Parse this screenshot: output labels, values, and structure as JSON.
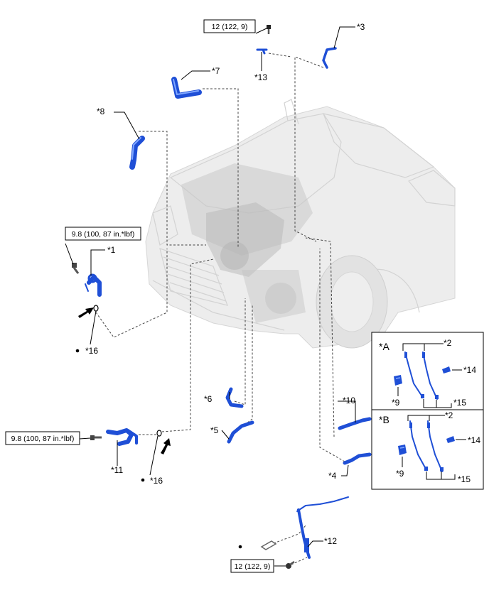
{
  "labels": {
    "p1": "*1",
    "p2a": "*2",
    "p2b": "*2",
    "p3": "*3",
    "p4": "*4",
    "p5": "*5",
    "p6": "*6",
    "p7": "*7",
    "p8": "*8",
    "p9a": "*9",
    "p9b": "*9",
    "p10": "*10",
    "p11": "*11",
    "p12": "*12",
    "p13": "*13",
    "p14a": "*14",
    "p14b": "*14",
    "p15a": "*15",
    "p15b": "*15",
    "p16a": "*16",
    "p16b": "*16",
    "insetA": "*A",
    "insetB": "*B"
  },
  "torque": {
    "top": "12 (122, 9)",
    "left_upper": "9.8 (100, 87 in.*lbf)",
    "left_lower": "9.8 (100, 87 in.*lbf)",
    "bottom": "12 (122, 9)"
  },
  "colors": {
    "hose": "#1f4fd6",
    "hose_highlight": "#7fa6ff",
    "vehicle": "#d3d3d3"
  }
}
